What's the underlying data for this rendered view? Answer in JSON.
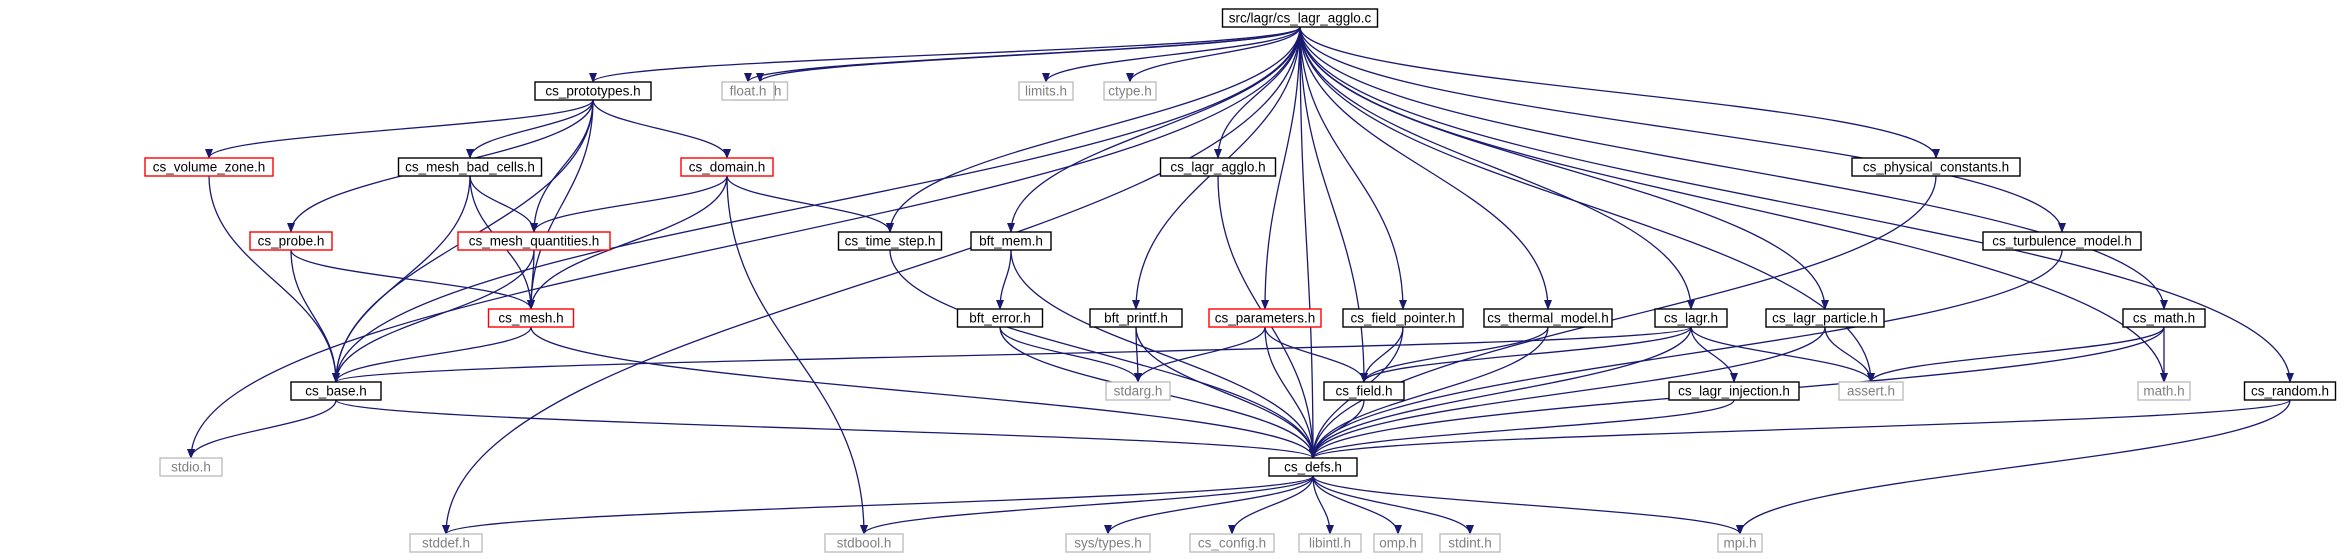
{
  "colors": {
    "root_fill": "#bfbfbf",
    "default_border": "#000000",
    "red_border": "#ff0000",
    "gray_border": "#bfbfbf",
    "gray_text": "#808080",
    "edge": "#191970"
  },
  "nodes": [
    {
      "id": "root",
      "label": "src/lagr/cs_lagr_agglo.c",
      "kind": "root"
    },
    {
      "id": "stdlib",
      "label": "stdlib.h",
      "kind": "gray"
    },
    {
      "id": "cs_prototypes",
      "label": "cs_prototypes.h",
      "kind": "default"
    },
    {
      "id": "float",
      "label": "float.h",
      "kind": "gray"
    },
    {
      "id": "limits",
      "label": "limits.h",
      "kind": "gray"
    },
    {
      "id": "ctype",
      "label": "ctype.h",
      "kind": "gray"
    },
    {
      "id": "cs_volume_zone",
      "label": "cs_volume_zone.h",
      "kind": "red"
    },
    {
      "id": "cs_mesh_bad_cells",
      "label": "cs_mesh_bad_cells.h",
      "kind": "default"
    },
    {
      "id": "cs_domain",
      "label": "cs_domain.h",
      "kind": "red"
    },
    {
      "id": "cs_lagr_agglo",
      "label": "cs_lagr_agglo.h",
      "kind": "default"
    },
    {
      "id": "cs_physical_constants",
      "label": "cs_physical_constants.h",
      "kind": "default"
    },
    {
      "id": "cs_probe",
      "label": "cs_probe.h",
      "kind": "red"
    },
    {
      "id": "cs_mesh_quantities",
      "label": "cs_mesh_quantities.h",
      "kind": "red"
    },
    {
      "id": "cs_time_step",
      "label": "cs_time_step.h",
      "kind": "default"
    },
    {
      "id": "bft_mem",
      "label": "bft_mem.h",
      "kind": "default"
    },
    {
      "id": "cs_turbulence_model",
      "label": "cs_turbulence_model.h",
      "kind": "default"
    },
    {
      "id": "cs_mesh",
      "label": "cs_mesh.h",
      "kind": "red"
    },
    {
      "id": "bft_error",
      "label": "bft_error.h",
      "kind": "default"
    },
    {
      "id": "bft_printf",
      "label": "bft_printf.h",
      "kind": "default"
    },
    {
      "id": "cs_parameters",
      "label": "cs_parameters.h",
      "kind": "red"
    },
    {
      "id": "cs_field_pointer",
      "label": "cs_field_pointer.h",
      "kind": "default"
    },
    {
      "id": "cs_thermal_model",
      "label": "cs_thermal_model.h",
      "kind": "default"
    },
    {
      "id": "cs_lagr",
      "label": "cs_lagr.h",
      "kind": "default"
    },
    {
      "id": "cs_lagr_particle",
      "label": "cs_lagr_particle.h",
      "kind": "default"
    },
    {
      "id": "cs_math",
      "label": "cs_math.h",
      "kind": "default"
    },
    {
      "id": "cs_base",
      "label": "cs_base.h",
      "kind": "default"
    },
    {
      "id": "stdarg",
      "label": "stdarg.h",
      "kind": "gray"
    },
    {
      "id": "cs_field",
      "label": "cs_field.h",
      "kind": "default"
    },
    {
      "id": "cs_lagr_injection",
      "label": "cs_lagr_injection.h",
      "kind": "default"
    },
    {
      "id": "assert",
      "label": "assert.h",
      "kind": "gray"
    },
    {
      "id": "math",
      "label": "math.h",
      "kind": "gray"
    },
    {
      "id": "cs_random",
      "label": "cs_random.h",
      "kind": "default"
    },
    {
      "id": "stdio",
      "label": "stdio.h",
      "kind": "gray"
    },
    {
      "id": "cs_defs",
      "label": "cs_defs.h",
      "kind": "default"
    },
    {
      "id": "stddef",
      "label": "stddef.h",
      "kind": "gray"
    },
    {
      "id": "stdbool",
      "label": "stdbool.h",
      "kind": "gray"
    },
    {
      "id": "sys_types",
      "label": "sys/types.h",
      "kind": "gray"
    },
    {
      "id": "cs_config",
      "label": "cs_config.h",
      "kind": "gray"
    },
    {
      "id": "libintl",
      "label": "libintl.h",
      "kind": "gray"
    },
    {
      "id": "omp",
      "label": "omp.h",
      "kind": "gray"
    },
    {
      "id": "stdint",
      "label": "stdint.h",
      "kind": "gray"
    },
    {
      "id": "mpi",
      "label": "mpi.h",
      "kind": "gray"
    }
  ],
  "edges": [
    [
      "root",
      "stdlib"
    ],
    [
      "root",
      "cs_prototypes"
    ],
    [
      "root",
      "float"
    ],
    [
      "root",
      "limits"
    ],
    [
      "root",
      "ctype"
    ],
    [
      "root",
      "cs_lagr_agglo"
    ],
    [
      "root",
      "cs_physical_constants"
    ],
    [
      "root",
      "cs_time_step"
    ],
    [
      "root",
      "bft_mem"
    ],
    [
      "root",
      "cs_turbulence_model"
    ],
    [
      "root",
      "bft_printf"
    ],
    [
      "root",
      "cs_parameters"
    ],
    [
      "root",
      "cs_field_pointer"
    ],
    [
      "root",
      "cs_thermal_model"
    ],
    [
      "root",
      "cs_lagr"
    ],
    [
      "root",
      "cs_lagr_particle"
    ],
    [
      "root",
      "cs_math"
    ],
    [
      "root",
      "cs_base"
    ],
    [
      "root",
      "cs_field"
    ],
    [
      "root",
      "assert"
    ],
    [
      "root",
      "math"
    ],
    [
      "root",
      "cs_random"
    ],
    [
      "root",
      "stdio"
    ],
    [
      "root",
      "cs_defs"
    ],
    [
      "root",
      "stddef"
    ],
    [
      "cs_prototypes",
      "cs_volume_zone"
    ],
    [
      "cs_prototypes",
      "cs_mesh_bad_cells"
    ],
    [
      "cs_prototypes",
      "cs_domain"
    ],
    [
      "cs_prototypes",
      "cs_probe"
    ],
    [
      "cs_prototypes",
      "cs_mesh_quantities"
    ],
    [
      "cs_prototypes",
      "cs_mesh"
    ],
    [
      "cs_prototypes",
      "cs_base"
    ],
    [
      "cs_volume_zone",
      "cs_base"
    ],
    [
      "cs_mesh_bad_cells",
      "cs_mesh_quantities"
    ],
    [
      "cs_mesh_bad_cells",
      "cs_mesh"
    ],
    [
      "cs_mesh_bad_cells",
      "cs_base"
    ],
    [
      "cs_domain",
      "cs_mesh_quantities"
    ],
    [
      "cs_domain",
      "cs_time_step"
    ],
    [
      "cs_domain",
      "cs_mesh"
    ],
    [
      "cs_domain",
      "stdbool"
    ],
    [
      "cs_probe",
      "cs_mesh"
    ],
    [
      "cs_probe",
      "cs_base"
    ],
    [
      "cs_mesh_quantities",
      "cs_mesh"
    ],
    [
      "cs_mesh_quantities",
      "cs_base"
    ],
    [
      "cs_mesh",
      "cs_base"
    ],
    [
      "cs_mesh",
      "cs_defs"
    ],
    [
      "cs_lagr_agglo",
      "cs_defs"
    ],
    [
      "cs_physical_constants",
      "cs_defs"
    ],
    [
      "cs_time_step",
      "cs_defs"
    ],
    [
      "bft_mem",
      "bft_error"
    ],
    [
      "bft_mem",
      "cs_defs"
    ],
    [
      "bft_error",
      "stdarg"
    ],
    [
      "bft_error",
      "cs_defs"
    ],
    [
      "bft_printf",
      "stdarg"
    ],
    [
      "bft_printf",
      "cs_defs"
    ],
    [
      "cs_parameters",
      "stdarg"
    ],
    [
      "cs_parameters",
      "cs_field"
    ],
    [
      "cs_parameters",
      "cs_defs"
    ],
    [
      "cs_field_pointer",
      "cs_field"
    ],
    [
      "cs_field_pointer",
      "cs_defs"
    ],
    [
      "cs_thermal_model",
      "cs_field"
    ],
    [
      "cs_thermal_model",
      "cs_defs"
    ],
    [
      "cs_lagr",
      "cs_base"
    ],
    [
      "cs_lagr",
      "cs_field"
    ],
    [
      "cs_lagr",
      "cs_lagr_injection"
    ],
    [
      "cs_lagr",
      "assert"
    ],
    [
      "cs_lagr",
      "cs_defs"
    ],
    [
      "cs_lagr_particle",
      "assert"
    ],
    [
      "cs_lagr_particle",
      "cs_defs"
    ],
    [
      "cs_turbulence_model",
      "cs_defs"
    ],
    [
      "cs_math",
      "assert"
    ],
    [
      "cs_math",
      "math"
    ],
    [
      "cs_math",
      "cs_defs"
    ],
    [
      "cs_random",
      "cs_defs"
    ],
    [
      "cs_random",
      "mpi"
    ],
    [
      "cs_field",
      "cs_defs"
    ],
    [
      "cs_lagr_injection",
      "cs_defs"
    ],
    [
      "cs_base",
      "stdio"
    ],
    [
      "cs_base",
      "cs_defs"
    ],
    [
      "cs_defs",
      "stddef"
    ],
    [
      "cs_defs",
      "stdbool"
    ],
    [
      "cs_defs",
      "sys_types"
    ],
    [
      "cs_defs",
      "cs_config"
    ],
    [
      "cs_defs",
      "libintl"
    ],
    [
      "cs_defs",
      "omp"
    ],
    [
      "cs_defs",
      "stdint"
    ],
    [
      "cs_defs",
      "mpi"
    ]
  ]
}
